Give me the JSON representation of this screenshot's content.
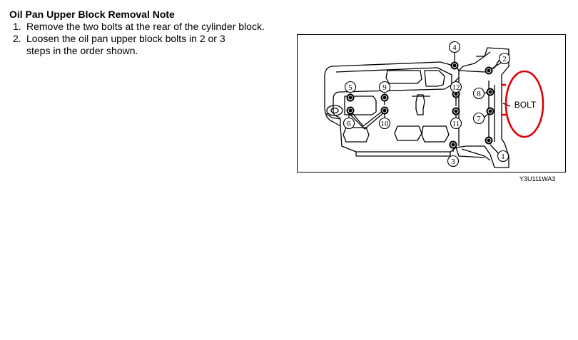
{
  "title": "Oil Pan Upper Block Removal Note",
  "steps": [
    {
      "num": "1.",
      "text": "Remove the two bolts at the rear of the cylinder block."
    },
    {
      "num": "2.",
      "text": "Loosen the oil pan upper block bolts in 2 or 3",
      "text2": "steps in the order shown."
    }
  ],
  "figure": {
    "callout_label": "BOLT",
    "callout_color": "#e00000",
    "bolt_numbers": [
      "1",
      "2",
      "3",
      "4",
      "5",
      "6",
      "7",
      "8",
      "9",
      "10",
      "11",
      "12"
    ],
    "code": "Y3U111WA3"
  }
}
